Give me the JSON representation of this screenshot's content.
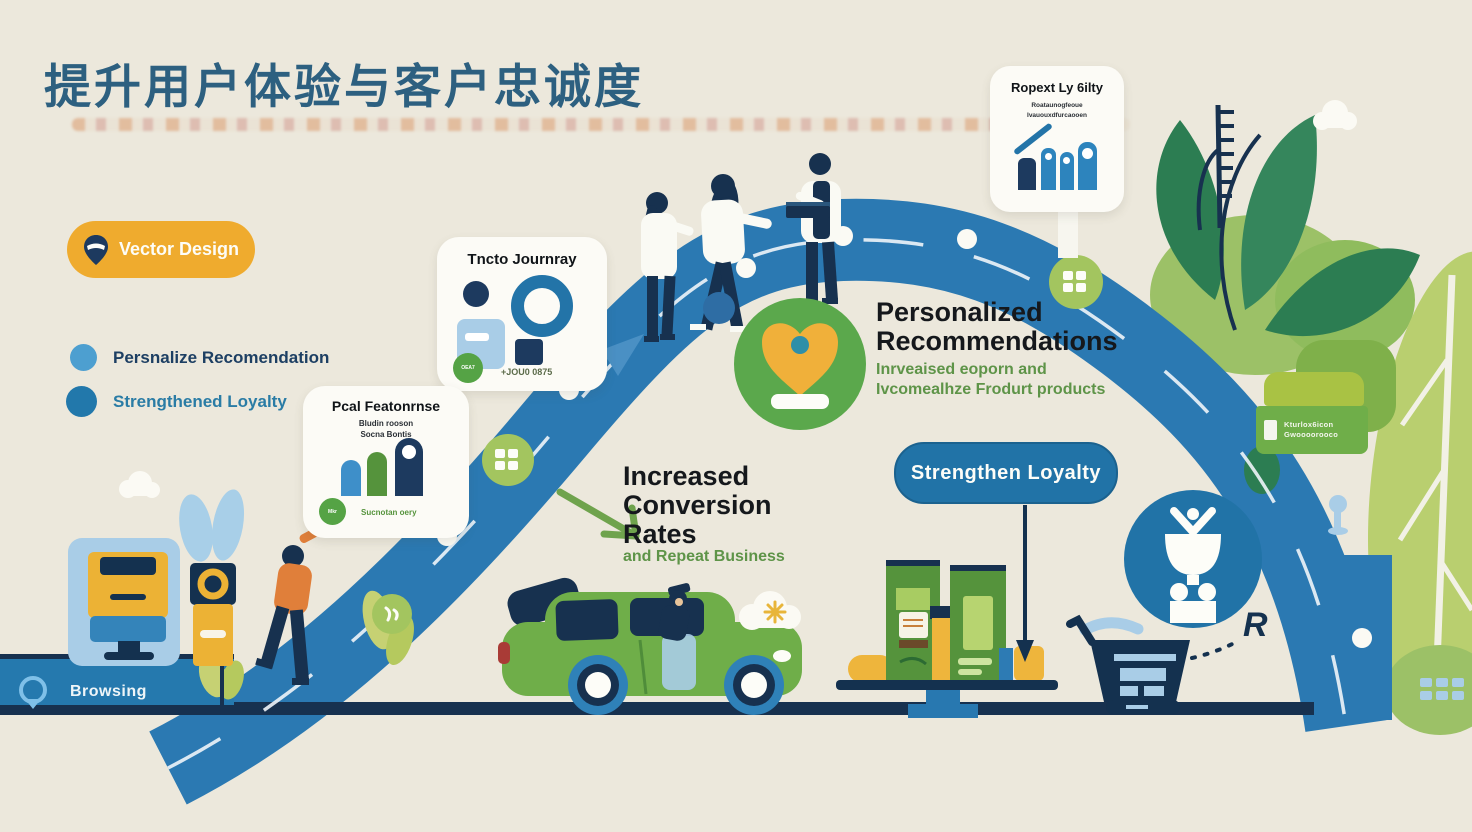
{
  "title": {
    "text": "提升用户体验与客户忠诚度"
  },
  "badge": {
    "label": "Vector Design"
  },
  "legend": {
    "item1": {
      "label": "Persnalize Recomendation"
    },
    "item2": {
      "label": "Strengthened Loyalty"
    }
  },
  "cards": {
    "journey": {
      "title": "Tncto Journray",
      "button": "OEA7",
      "stat": "+JOU0 0875"
    },
    "performance": {
      "title": "Pcal Featonrnse",
      "sub1": "Bludin rooson",
      "sub2": "Socna Bontis",
      "button": "Mkr",
      "note": "Sucnotan oery"
    },
    "loyalty": {
      "title": "Ropext Ly 6ilty",
      "sub1": "Roataunogfeoue",
      "sub2": "Ivauouxdfurcaooen"
    }
  },
  "callouts": {
    "personalized": {
      "line1": "Personalized",
      "line2": "Recommendations",
      "sub1": "Inrveaised eoporn and",
      "sub2": "Ivcomealhze Frodurt products"
    },
    "conversion": {
      "line1": "Increased",
      "line2": "Conversion",
      "line3": "Rates",
      "sub": "and Repeat Business"
    }
  },
  "buttons": {
    "strengthen": "Strengthen Loyalty"
  },
  "platform": {
    "browsing": "Browsing"
  },
  "cart": {
    "r_label": "R"
  },
  "sign": {
    "line1": "Kturlox6icon",
    "line2": "Gwoooorooco"
  },
  "icons": {
    "badge_icon": "location-pin",
    "heart_emblem": "heart",
    "trophy_emblem": "trophy",
    "cart_icon": "shopping-cart",
    "node_icon": "grid"
  },
  "colors": {
    "background": "#ece8dc",
    "arc_blue": "#2b79b2",
    "navy": "#17314f",
    "accent_orange": "#efab2e",
    "accent_green": "#6fae49",
    "light_green": "#a9c244",
    "title_teal": "#2d6080",
    "legend_light_blue": "#4d9fd0",
    "legend_dark_blue": "#2278ab"
  }
}
